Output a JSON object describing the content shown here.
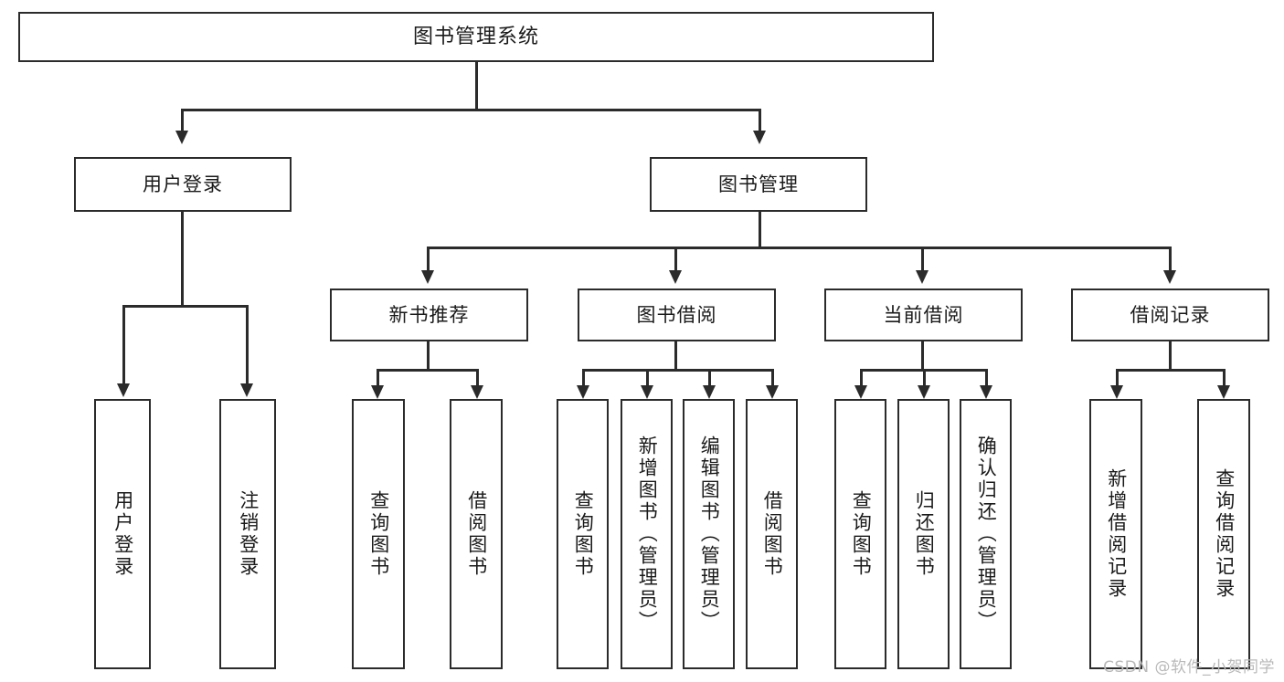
{
  "diagram": {
    "title": "图书管理系统",
    "type": "tree-hierarchy",
    "root": {
      "label": "图书管理系统"
    },
    "level2": [
      {
        "label": "用户登录"
      },
      {
        "label": "图书管理"
      }
    ],
    "level3": [
      {
        "label": "新书推荐"
      },
      {
        "label": "图书借阅"
      },
      {
        "label": "当前借阅"
      },
      {
        "label": "借阅记录"
      }
    ],
    "leaves": {
      "user_login": [
        {
          "label": "用户登录"
        },
        {
          "label": "注销登录"
        }
      ],
      "new_book_recommend": [
        {
          "label": "查询图书"
        },
        {
          "label": "借阅图书"
        }
      ],
      "book_borrow": [
        {
          "label": "查询图书"
        },
        {
          "label": "新增图书（管理员）"
        },
        {
          "label": "编辑图书（管理员）"
        },
        {
          "label": "借阅图书"
        }
      ],
      "current_borrow": [
        {
          "label": "查询图书"
        },
        {
          "label": "归还图书"
        },
        {
          "label": "确认归还（管理员）"
        }
      ],
      "borrow_record": [
        {
          "label": "新增借阅记录"
        },
        {
          "label": "查询借阅记录"
        }
      ]
    }
  },
  "watermark": {
    "text": "CSDN @软件_小贺同学"
  },
  "colors": {
    "stroke": "#2b2b2b",
    "text": "#1a1a1a",
    "background": "#ffffff",
    "watermark": "#b9b9b9"
  }
}
